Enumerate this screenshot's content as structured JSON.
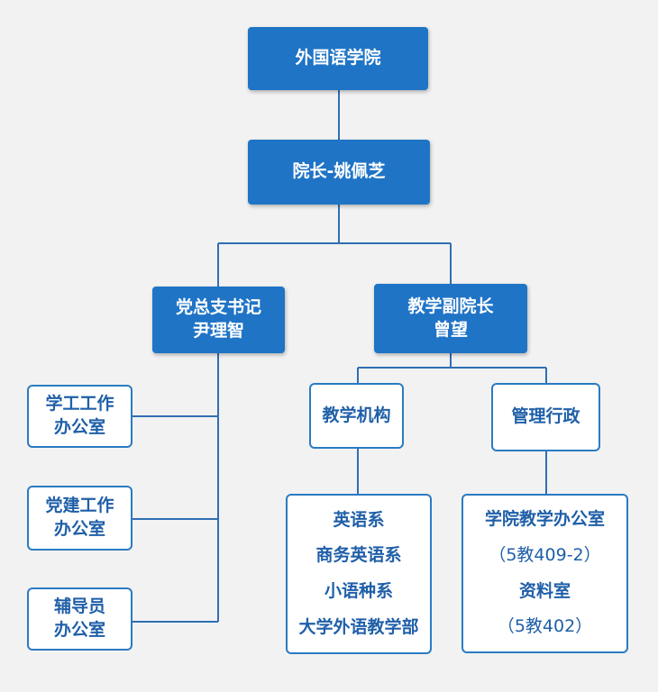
{
  "colors": {
    "primary": "#1f74c6",
    "outline": "#2a7bc3",
    "text_dark": "#1f5fa8",
    "connector": "#2f6fb4",
    "background": "#f2f2f2"
  },
  "root": {
    "label": "外国语学院"
  },
  "dean": {
    "label": "院长-姚佩芝"
  },
  "party_secretary": {
    "title": "党总支书记",
    "name": "尹理智"
  },
  "vice_dean": {
    "title": "教学副院长",
    "name": "曾望"
  },
  "party_offices": [
    {
      "line1": "学工工作",
      "line2": "办公室"
    },
    {
      "line1": "党建工作",
      "line2": "办公室"
    },
    {
      "line1": "辅导员",
      "line2": "办公室"
    }
  ],
  "teaching_units": {
    "label": "教学机构",
    "items": [
      "英语系",
      "商务英语系",
      "小语种系",
      "大学外语教学部"
    ]
  },
  "administration": {
    "label": "管理行政",
    "items": [
      {
        "text": "学院教学办公室",
        "bold": true
      },
      {
        "text": "（5教409-2）",
        "bold": false
      },
      {
        "text": "资料室",
        "bold": true
      },
      {
        "text": "（5教402）",
        "bold": false
      }
    ]
  }
}
